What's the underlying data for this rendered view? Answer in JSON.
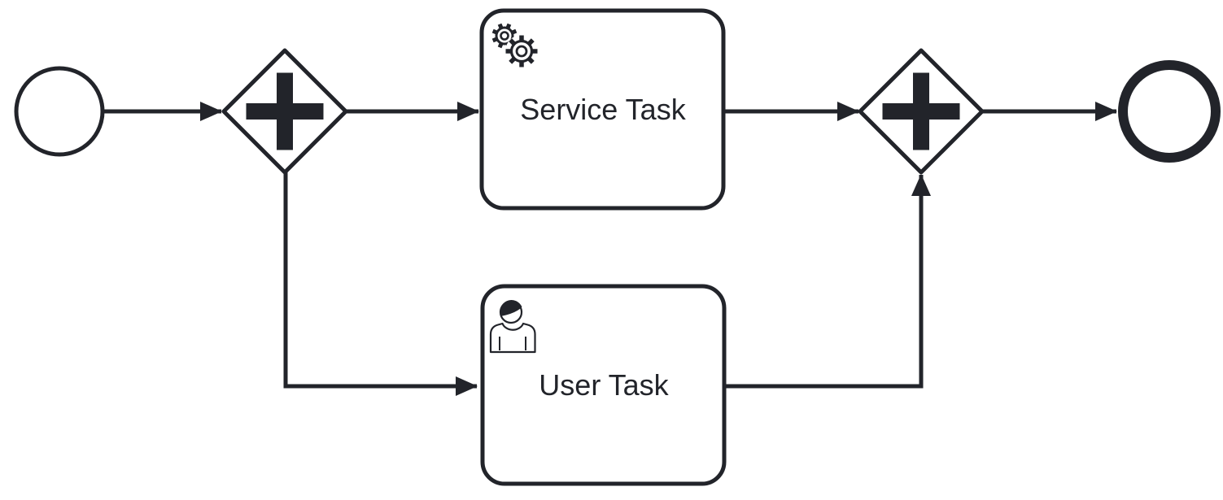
{
  "canvas": {
    "background": "#FFFFFF",
    "stroke_color": "#22242A",
    "shape_fill": "#FFFFFF"
  },
  "diagram": {
    "type": "bpmn-process",
    "nodes": [
      {
        "id": "start-event",
        "type": "start-event",
        "label": ""
      },
      {
        "id": "split-gateway",
        "type": "parallel-gateway",
        "label": ""
      },
      {
        "id": "service-task",
        "type": "service-task",
        "label": "Service Task",
        "icon": "gears-icon"
      },
      {
        "id": "user-task",
        "type": "user-task",
        "label": "User Task",
        "icon": "person-icon"
      },
      {
        "id": "join-gateway",
        "type": "parallel-gateway",
        "label": ""
      },
      {
        "id": "end-event",
        "type": "end-event",
        "label": ""
      }
    ],
    "edges": [
      {
        "from": "start-event",
        "to": "split-gateway"
      },
      {
        "from": "split-gateway",
        "to": "service-task"
      },
      {
        "from": "split-gateway",
        "to": "user-task"
      },
      {
        "from": "service-task",
        "to": "join-gateway"
      },
      {
        "from": "user-task",
        "to": "join-gateway"
      },
      {
        "from": "join-gateway",
        "to": "end-event"
      }
    ]
  }
}
